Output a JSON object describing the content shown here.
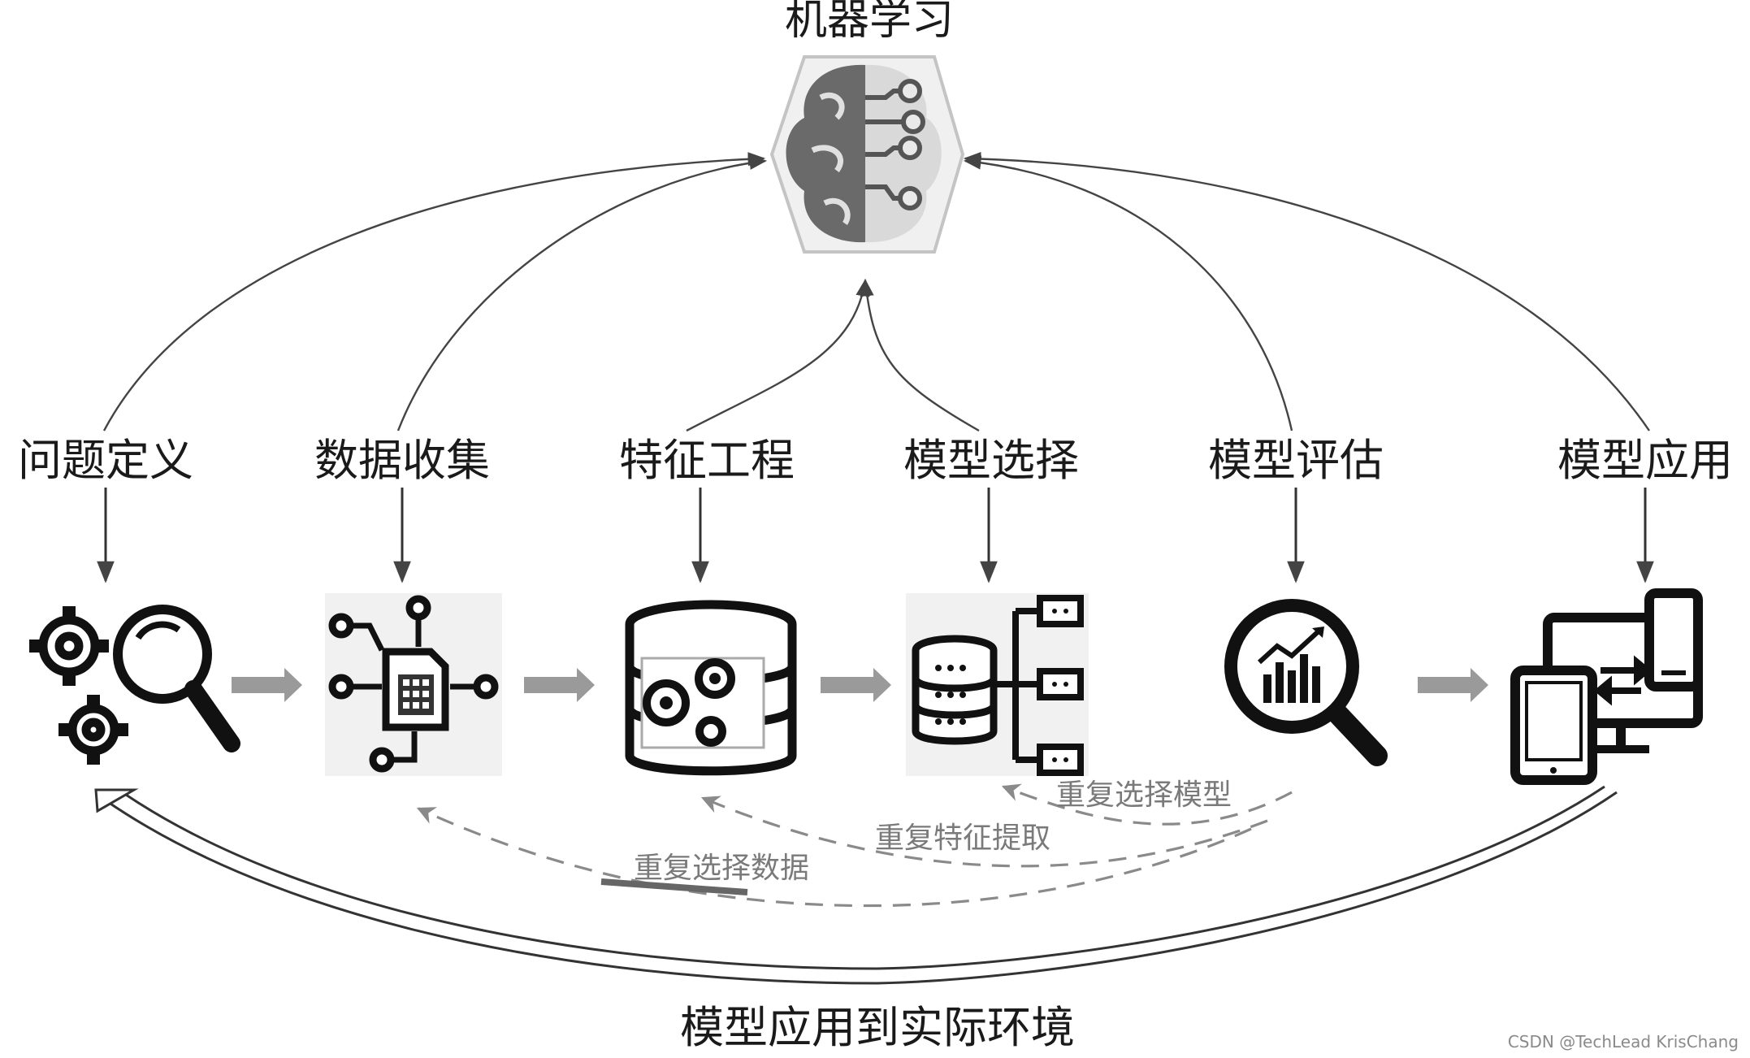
{
  "center": {
    "title": "机器学习",
    "icon": "brain-circuit-icon"
  },
  "steps": [
    {
      "label": "问题定义",
      "icon": "gears-magnifier-icon"
    },
    {
      "label": "数据收集",
      "icon": "data-collection-icon"
    },
    {
      "label": "特征工程",
      "icon": "database-gears-icon"
    },
    {
      "label": "模型选择",
      "icon": "database-hierarchy-icon"
    },
    {
      "label": "模型评估",
      "icon": "magnifier-chart-icon"
    },
    {
      "label": "模型应用",
      "icon": "devices-sync-icon"
    }
  ],
  "loops": {
    "reselect_model": "重复选择模型",
    "refeature": "重复特征提取",
    "reselect_data": "重复选择数据"
  },
  "bottom_label": "模型应用到实际环境",
  "watermark": "CSDN @TechLead KrisChang"
}
